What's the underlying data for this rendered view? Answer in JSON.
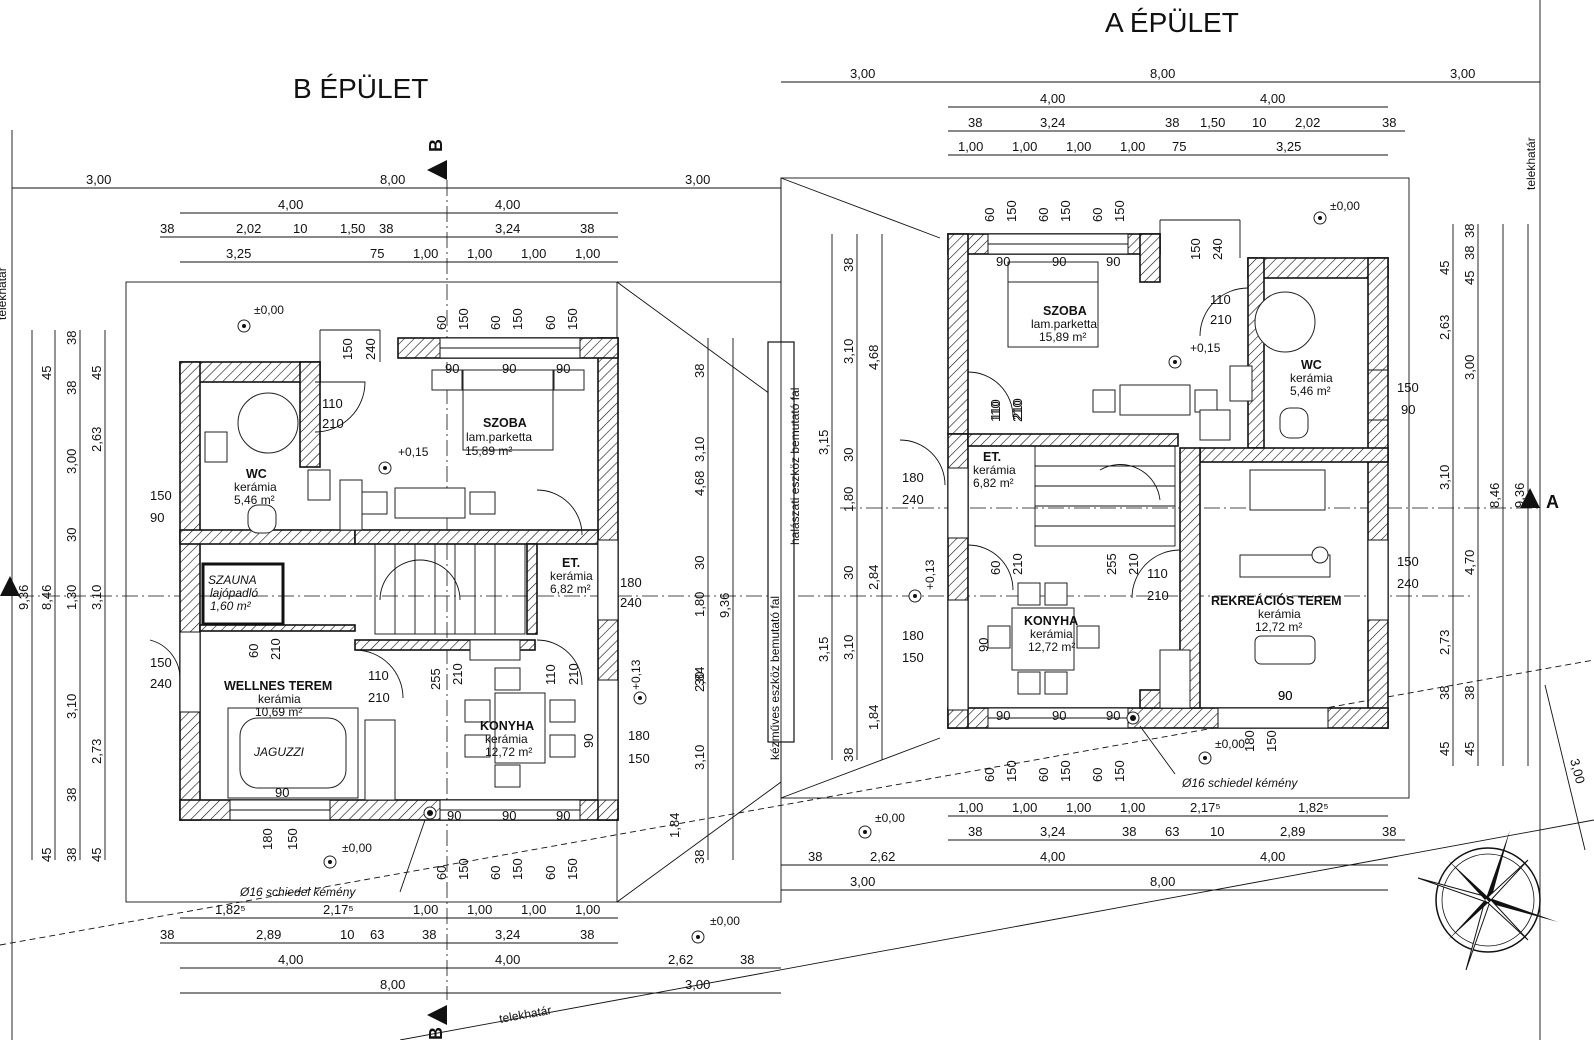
{
  "titles": {
    "building_a": "A ÉPÜLET",
    "building_b": "B ÉPÜLET"
  },
  "section_markers": {
    "b_label": "B",
    "a_label": "A"
  },
  "boundary": {
    "label": "telekhatár"
  },
  "levels": {
    "zero": "±0,00",
    "plus_015": "+0,15",
    "plus_013": "+0,13"
  },
  "chimney": {
    "label": "Ø16 schiedel kémény"
  },
  "walls": {
    "weaving": "halászati eszköz bemutató fal",
    "craft": "kézműves eszköz bemutató fal"
  },
  "building_b": {
    "rooms": [
      {
        "name": "SZOBA",
        "finish": "lam.parketta",
        "area": "15,89 m²"
      },
      {
        "name": "WC",
        "finish": "kerámia",
        "area": "5,46 m²"
      },
      {
        "name": "ET.",
        "finish": "kerámia",
        "area": "6,82 m²"
      },
      {
        "name": "SZAUNA",
        "finish": "lajópadló",
        "area": "1,60 m²"
      },
      {
        "name": "WELLNES TEREM",
        "finish": "kerámia",
        "area": "10,69 m²"
      },
      {
        "name": "KONYHA",
        "finish": "kerámia",
        "area": "12,72 m²"
      }
    ],
    "jacuzzi": "JAGUZZI",
    "top_dims": {
      "row1": [
        "3,00",
        "8,00",
        "3,00"
      ],
      "row2": [
        "4,00",
        "4,00"
      ],
      "row3": [
        "38",
        "2,02",
        "10",
        "1,50",
        "38",
        "3,24",
        "38"
      ],
      "row4": [
        "3,25",
        "75",
        "1,00",
        "1,00",
        "1,00",
        "1,00"
      ]
    },
    "bottom_dims": {
      "row1": [
        "1,82⁵",
        "2,17⁵",
        "1,00",
        "1,00",
        "1,00",
        "1,00"
      ],
      "row2": [
        "38",
        "2,89",
        "10",
        "63",
        "38",
        "3,24",
        "38"
      ],
      "row3": [
        "4,00",
        "4,00",
        "2,62",
        "38"
      ],
      "row4": [
        "8,00",
        "3,00"
      ]
    },
    "left_dims": {
      "outer": "9,36",
      "second": "8,46",
      "third": [
        "45",
        "38",
        "3,00",
        "30",
        "1,30",
        "3,10",
        "2,73",
        "38",
        "45"
      ],
      "fourth": [
        "38",
        "45",
        "2,63",
        "3,10",
        "38",
        "45"
      ]
    },
    "right_dims": {
      "outer": "9,36",
      "second": "4,68",
      "third": [
        "38",
        "3,10",
        "30",
        "1,80",
        "30",
        "2,84",
        "3,10",
        "38"
      ],
      "fourth": [
        "1,84"
      ]
    },
    "openings": [
      "90",
      "90",
      "90",
      "150",
      "240",
      "60",
      "150",
      "60",
      "150",
      "60",
      "150",
      "110",
      "210",
      "150",
      "90",
      "180",
      "240",
      "150",
      "240",
      "110",
      "210",
      "60",
      "210",
      "255",
      "210",
      "110",
      "210",
      "180",
      "150",
      "90",
      "90",
      "90",
      "90",
      "90",
      "180",
      "150",
      "60",
      "150",
      "60",
      "150",
      "60",
      "150"
    ]
  },
  "building_a": {
    "rooms": [
      {
        "name": "SZOBA",
        "finish": "lam.parketta",
        "area": "15,89 m²"
      },
      {
        "name": "WC",
        "finish": "kerámia",
        "area": "5,46 m²"
      },
      {
        "name": "ET.",
        "finish": "kerámia",
        "area": "6,82 m²"
      },
      {
        "name": "KONYHA",
        "finish": "kerámia",
        "area": "12,72 m²"
      },
      {
        "name": "REKREÁCIÓS TEREM",
        "finish": "kerámia",
        "area": "12,72 m²"
      }
    ],
    "top_dims": {
      "row1": [
        "3,00",
        "8,00",
        "3,00"
      ],
      "row2": [
        "4,00",
        "4,00"
      ],
      "row3": [
        "38",
        "3,24",
        "38",
        "1,50",
        "10",
        "2,02",
        "38"
      ],
      "row4": [
        "1,00",
        "1,00",
        "1,00",
        "1,00",
        "75",
        "3,25"
      ]
    },
    "bottom_dims": {
      "row1": [
        "1,00",
        "1,00",
        "1,00",
        "1,00",
        "2,17⁵",
        "1,82⁵"
      ],
      "row2": [
        "38",
        "3,24",
        "38",
        "63",
        "10",
        "2,89",
        "38"
      ],
      "row3": [
        "38",
        "2,62",
        "4,00",
        "4,00"
      ],
      "row4": [
        "3,00",
        "8,00"
      ]
    },
    "right_dims": {
      "outer": "9,36",
      "second": "8,46",
      "third": [
        "38",
        "45",
        "2,63",
        "3,10",
        "2,73",
        "38",
        "45"
      ],
      "fourth": [
        "38",
        "45",
        "3,00",
        "4,70",
        "38",
        "45"
      ]
    },
    "left_dims": {
      "outer": "4,68",
      "inner": [
        "38",
        "3,10",
        "30",
        "1,80",
        "30",
        "2,84",
        "3,10",
        "38"
      ],
      "third": [
        "3,15",
        "3,15",
        "1,84"
      ]
    },
    "slanted": "3,00",
    "openings": [
      "60",
      "150",
      "60",
      "150",
      "60",
      "150",
      "150",
      "240",
      "90",
      "90",
      "90",
      "110",
      "210",
      "110",
      "210",
      "150",
      "90",
      "180",
      "240",
      "110",
      "210",
      "60",
      "210",
      "255",
      "210",
      "110",
      "210",
      "150",
      "240",
      "180",
      "150",
      "90",
      "90",
      "90",
      "90",
      "90",
      "90",
      "60",
      "150",
      "60",
      "150",
      "60",
      "150",
      "180",
      "150"
    ]
  }
}
